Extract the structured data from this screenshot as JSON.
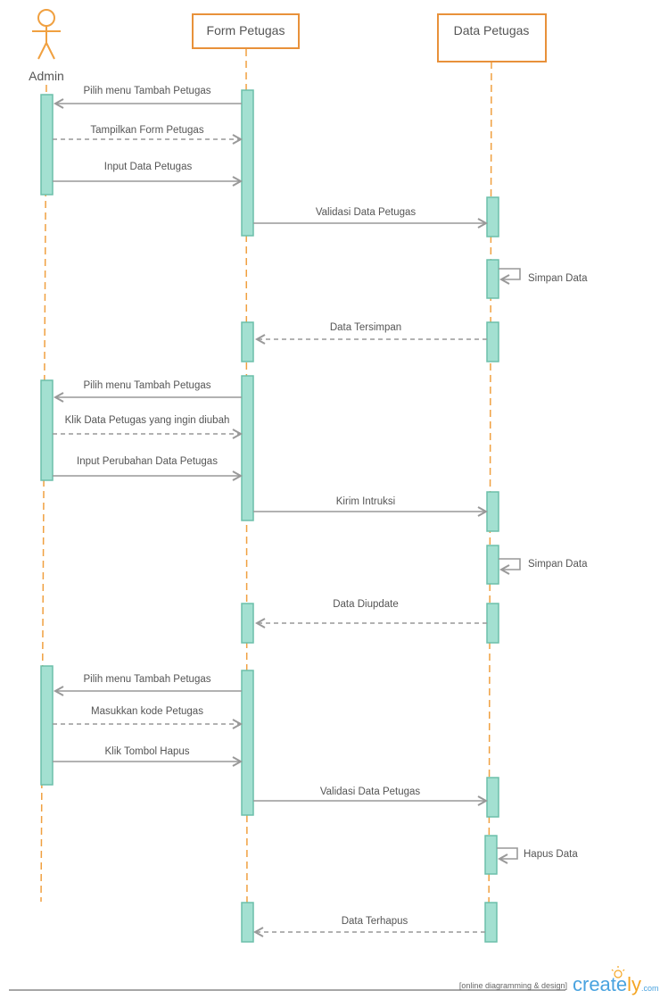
{
  "participants": {
    "admin": "Admin",
    "form": "Form Petugas",
    "data": "Data Petugas"
  },
  "messages": [
    "Pilih menu Tambah Petugas",
    "Tampilkan Form Petugas",
    "Input Data Petugas",
    "Validasi Data Petugas",
    "Simpan Data",
    "Data Tersimpan",
    "Pilih menu Tambah Petugas",
    "Klik Data Petugas yang ingin diubah",
    "Input Perubahan Data Petugas",
    "Kirim Intruksi",
    "Simpan Data",
    "Data Diupdate",
    "Pilih menu Tambah Petugas",
    "Masukkan kode Petugas",
    "Klik Tombol Hapus",
    "Validasi Data Petugas",
    "Hapus Data",
    "Data Terhapus"
  ],
  "footer": {
    "tagline": "[online diagramming & design]",
    "brand_main": "create",
    "brand_ly": "ly",
    "brand_com": ".com"
  },
  "colors": {
    "lifeline": "#f0a040",
    "activation_fill": "#a3e0d1",
    "activation_stroke": "#6cbfaa",
    "arrow": "#999999",
    "box_stroke": "#e8913a"
  }
}
